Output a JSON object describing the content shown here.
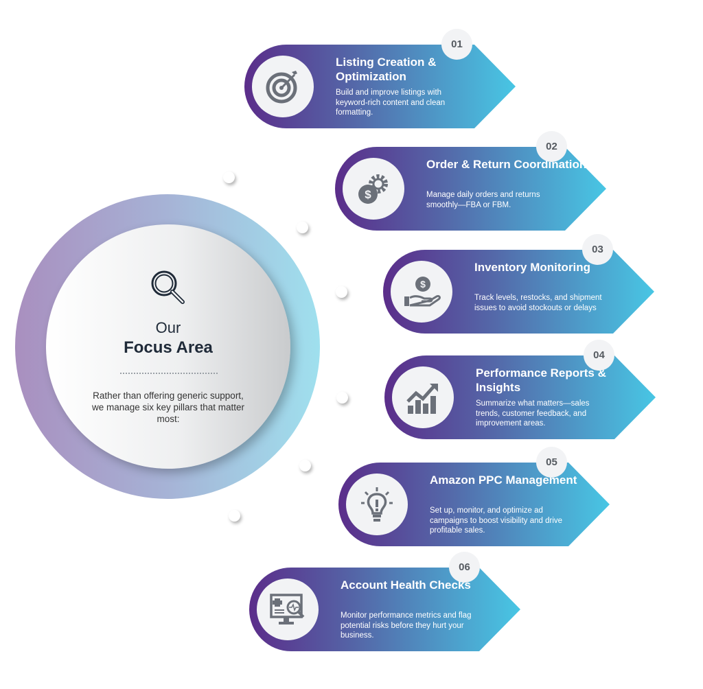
{
  "center": {
    "icon": "magnifier-icon",
    "line1": "Our",
    "line2": "Focus Area",
    "description": "Rather than offering generic support, we manage six key pillars that matter most:"
  },
  "pillars": [
    {
      "number": "01",
      "title": "Listing Creation & Optimization",
      "text": "Build and improve listings with keyword-rich content and clean formatting.",
      "icon": "target-icon"
    },
    {
      "number": "02",
      "title": "Order & Return Coordination",
      "text": "Manage daily orders and returns smoothly—FBA or FBM.",
      "icon": "money-gear-icon"
    },
    {
      "number": "03",
      "title": "Inventory Monitoring",
      "text": "Track levels, restocks, and shipment issues to avoid stockouts or delays",
      "icon": "hand-coin-icon"
    },
    {
      "number": "04",
      "title": "Performance Reports & Insights",
      "text": "Summarize what matters—sales trends, customer feedback, and improvement areas.",
      "icon": "growth-chart-icon"
    },
    {
      "number": "05",
      "title": "Amazon PPC Management",
      "text": "Set up, monitor, and optimize ad campaigns to boost visibility and drive profitable sales.",
      "icon": "lightbulb-icon"
    },
    {
      "number": "06",
      "title": "Account Health Checks",
      "text": "Monitor performance metrics and flag potential risks before they hurt your business.",
      "icon": "health-monitor-icon"
    }
  ],
  "colors": {
    "gradient_start": "#5b2d8a",
    "gradient_end": "#48c6e4",
    "icon_gray": "#6b7079"
  }
}
